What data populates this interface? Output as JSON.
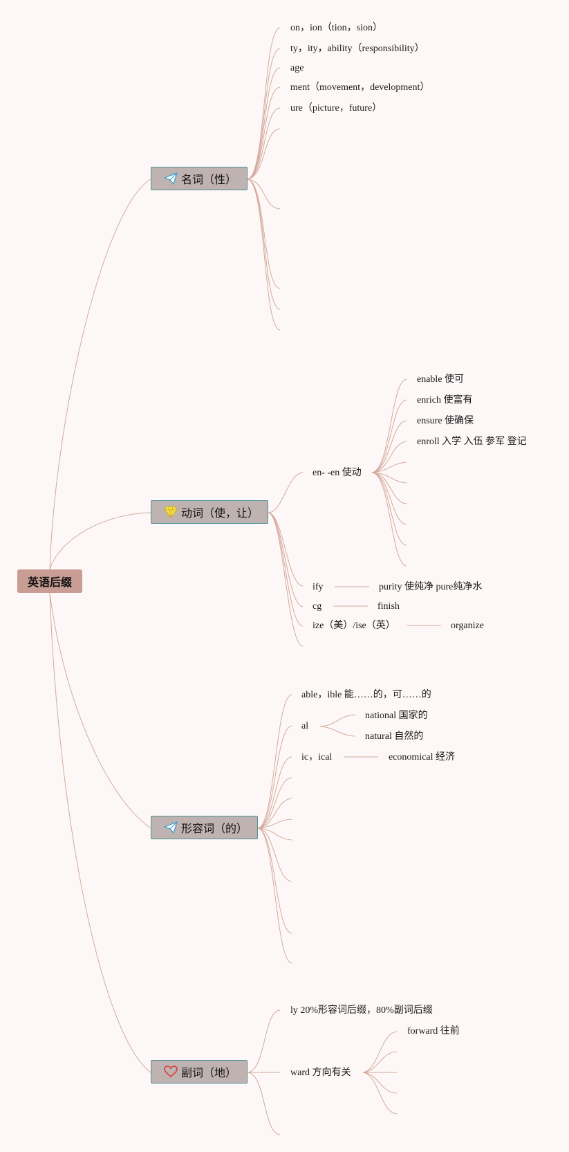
{
  "root": "英语后缀",
  "colors": {
    "line": "#d4a99d",
    "root_bg": "#c89d93",
    "branch_bg": "#bfb3b1",
    "branch_border": "#4f8f93"
  },
  "branches": [
    {
      "label": "名词（性）",
      "icon": "paper-plane-icon",
      "items": [
        "on，ion（tion，sion）",
        "ty，ity，ability（responsibility）",
        "age",
        "ment（movement，development）",
        "ure（picture，future）"
      ]
    },
    {
      "label": "动词（使，让）",
      "icon": "diamond-icon",
      "en_label": "en- -en 使动",
      "en_items": [
        "enable 使可",
        "enrich 使富有",
        "ensure 使确保",
        "enroll 入学 入伍 参军 登记"
      ],
      "suffixes": [
        {
          "label": "ify",
          "example": "purity 使纯净 pure纯净水"
        },
        {
          "label": "cg",
          "example": "finish"
        },
        {
          "label": "ize（美）/ise（英）",
          "example": "organize"
        }
      ]
    },
    {
      "label": "形容词（的）",
      "icon": "paper-plane-icon",
      "items": [
        "able，ible 能……的，可……的"
      ],
      "al_label": "al",
      "al_items": [
        "national 国家的",
        "natural 自然的"
      ],
      "ical_label": "ic，ical",
      "ical_example": "economical 经济"
    },
    {
      "label": "副词（地）",
      "icon": "heart-icon",
      "ly_label": "ly 20%形容词后缀，80%副词后缀",
      "ward_label": "ward 方向有关",
      "ward_items": [
        "forward 往前"
      ]
    }
  ]
}
